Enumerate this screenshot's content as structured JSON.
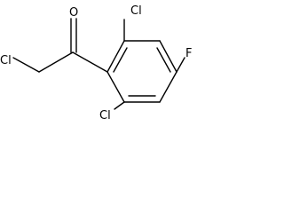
{
  "molecule": {
    "atoms": {
      "cl_chain": "Cl",
      "o_carbonyl": "O",
      "cl_ring_top": "Cl",
      "f_ring": "F",
      "cl_ring_bottom": "Cl"
    }
  }
}
